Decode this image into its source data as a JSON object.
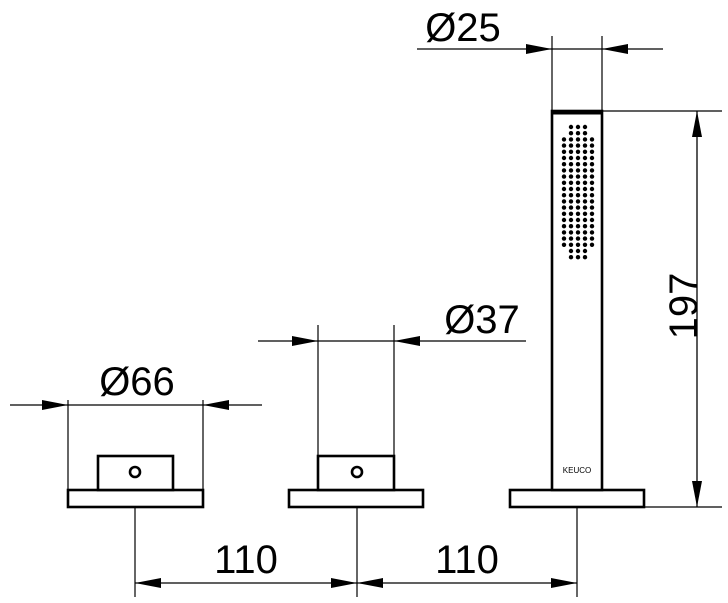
{
  "dimensions": {
    "handle_base_diameter": "Ø66",
    "spout_diameter": "Ø37",
    "hand_shower_diameter": "Ø25",
    "hand_shower_height": "197",
    "spacing_left": "110",
    "spacing_right": "110"
  },
  "brand_mark": "KEUCO",
  "colors": {
    "stroke": "#000000",
    "background": "#ffffff"
  }
}
